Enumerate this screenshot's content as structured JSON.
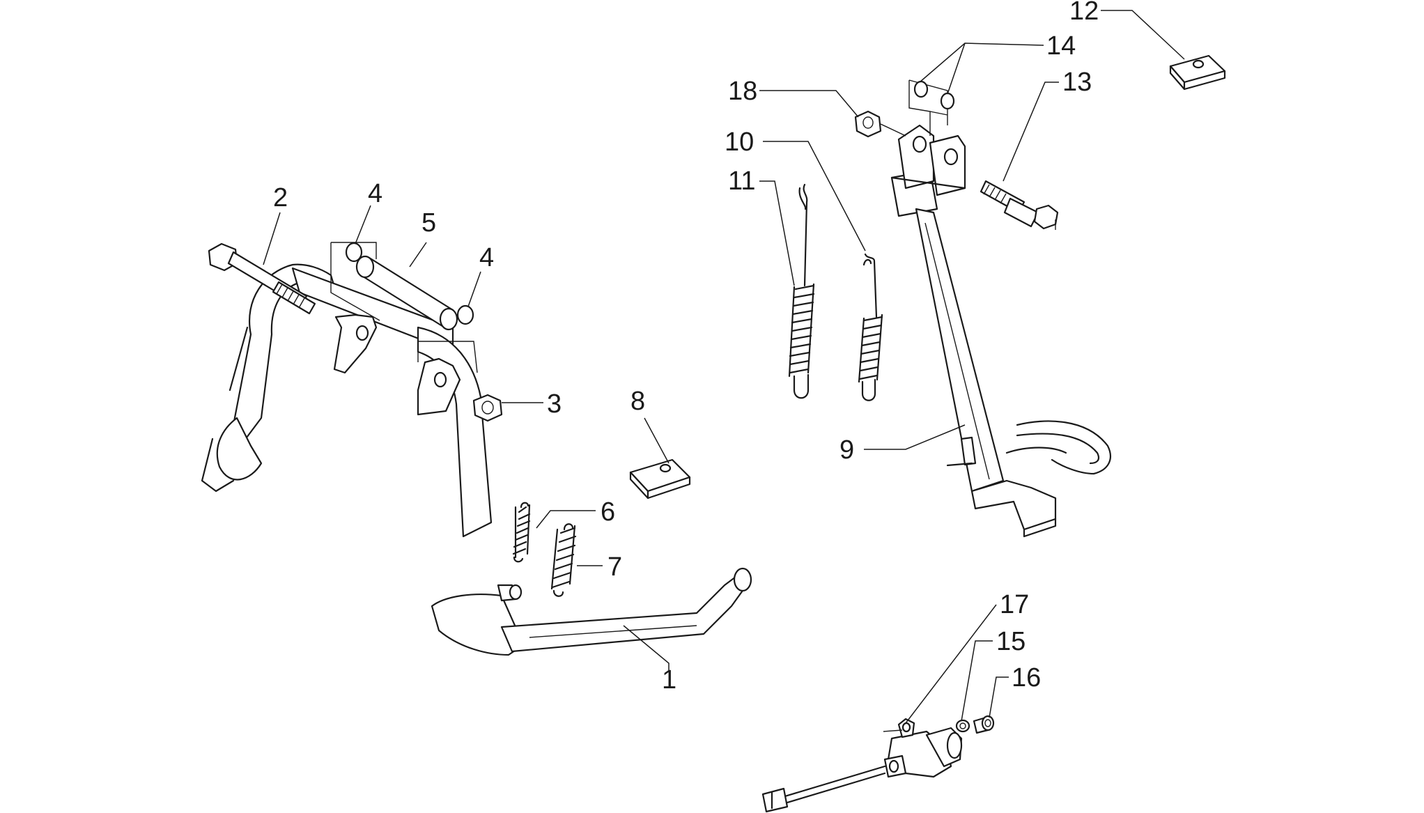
{
  "callouts": [
    {
      "id": "c1",
      "text": "1"
    },
    {
      "id": "c2",
      "text": "2"
    },
    {
      "id": "c3",
      "text": "3"
    },
    {
      "id": "c4a",
      "text": "4"
    },
    {
      "id": "c4b",
      "text": "4"
    },
    {
      "id": "c5",
      "text": "5"
    },
    {
      "id": "c6",
      "text": "6"
    },
    {
      "id": "c7",
      "text": "7"
    },
    {
      "id": "c8",
      "text": "8"
    },
    {
      "id": "c9",
      "text": "9"
    },
    {
      "id": "c10",
      "text": "10"
    },
    {
      "id": "c11",
      "text": "11"
    },
    {
      "id": "c12",
      "text": "12"
    },
    {
      "id": "c13",
      "text": "13"
    },
    {
      "id": "c14",
      "text": "14"
    },
    {
      "id": "c15",
      "text": "15"
    },
    {
      "id": "c16",
      "text": "16"
    },
    {
      "id": "c17",
      "text": "17"
    },
    {
      "id": "c18",
      "text": "18"
    }
  ]
}
